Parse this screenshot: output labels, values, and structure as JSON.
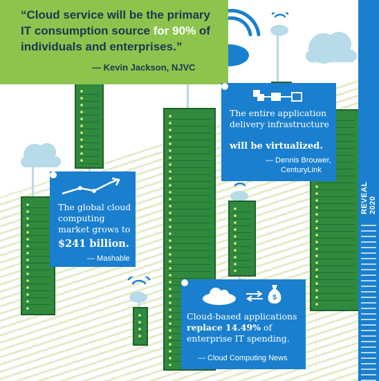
{
  "quote": {
    "text_a": "“Cloud service will be the primary IT consumption source ",
    "text_hl": "for 90%",
    "text_b": " of individuals and enterprises.”",
    "author": "— Kevin Jackson, NJVC"
  },
  "cards": {
    "market": {
      "line1": "The global cloud computing market grows to",
      "amount": "$241 billion.",
      "source": "— Mashable"
    },
    "virtual": {
      "line1": "The entire application delivery infrastructure",
      "bold": "will be virtualized.",
      "source_a": "— Dennis Brouwer,",
      "source_b": "CenturyLink"
    },
    "spending": {
      "line1": "Cloud-based applications",
      "bold": "replace 14.49%",
      "line2": " of enterprise IT spending.",
      "source": "— Cloud Computing News"
    }
  },
  "side_label": "REVEAL 2020",
  "icons": {
    "cloud": "cloud-icon",
    "wifi": "wifi-icon",
    "trend": "trend-line-icon",
    "flow": "flowchart-icon",
    "transfer": "transfer-arrows-icon",
    "money": "money-bag-icon"
  },
  "colors": {
    "green": "#8cc44d",
    "dark_green": "#2f8a3e",
    "blue": "#1a7fce",
    "light_blue": "#b7dbe8",
    "navy": "#1d3650"
  }
}
